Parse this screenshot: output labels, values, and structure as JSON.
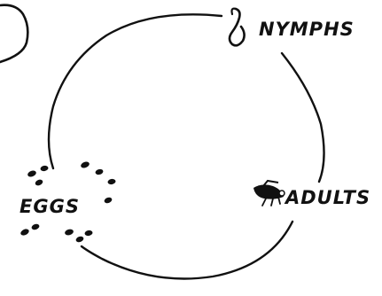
{
  "stages": {
    "nymphs": "NYMPHS",
    "adults": "ADULTS",
    "eggs": "EGGS"
  },
  "icons": [
    "nymph-icon",
    "adult-insect-icon",
    "eggs-cluster-icon"
  ],
  "colors": {
    "ink": "#111111",
    "background": "#ffffff"
  }
}
